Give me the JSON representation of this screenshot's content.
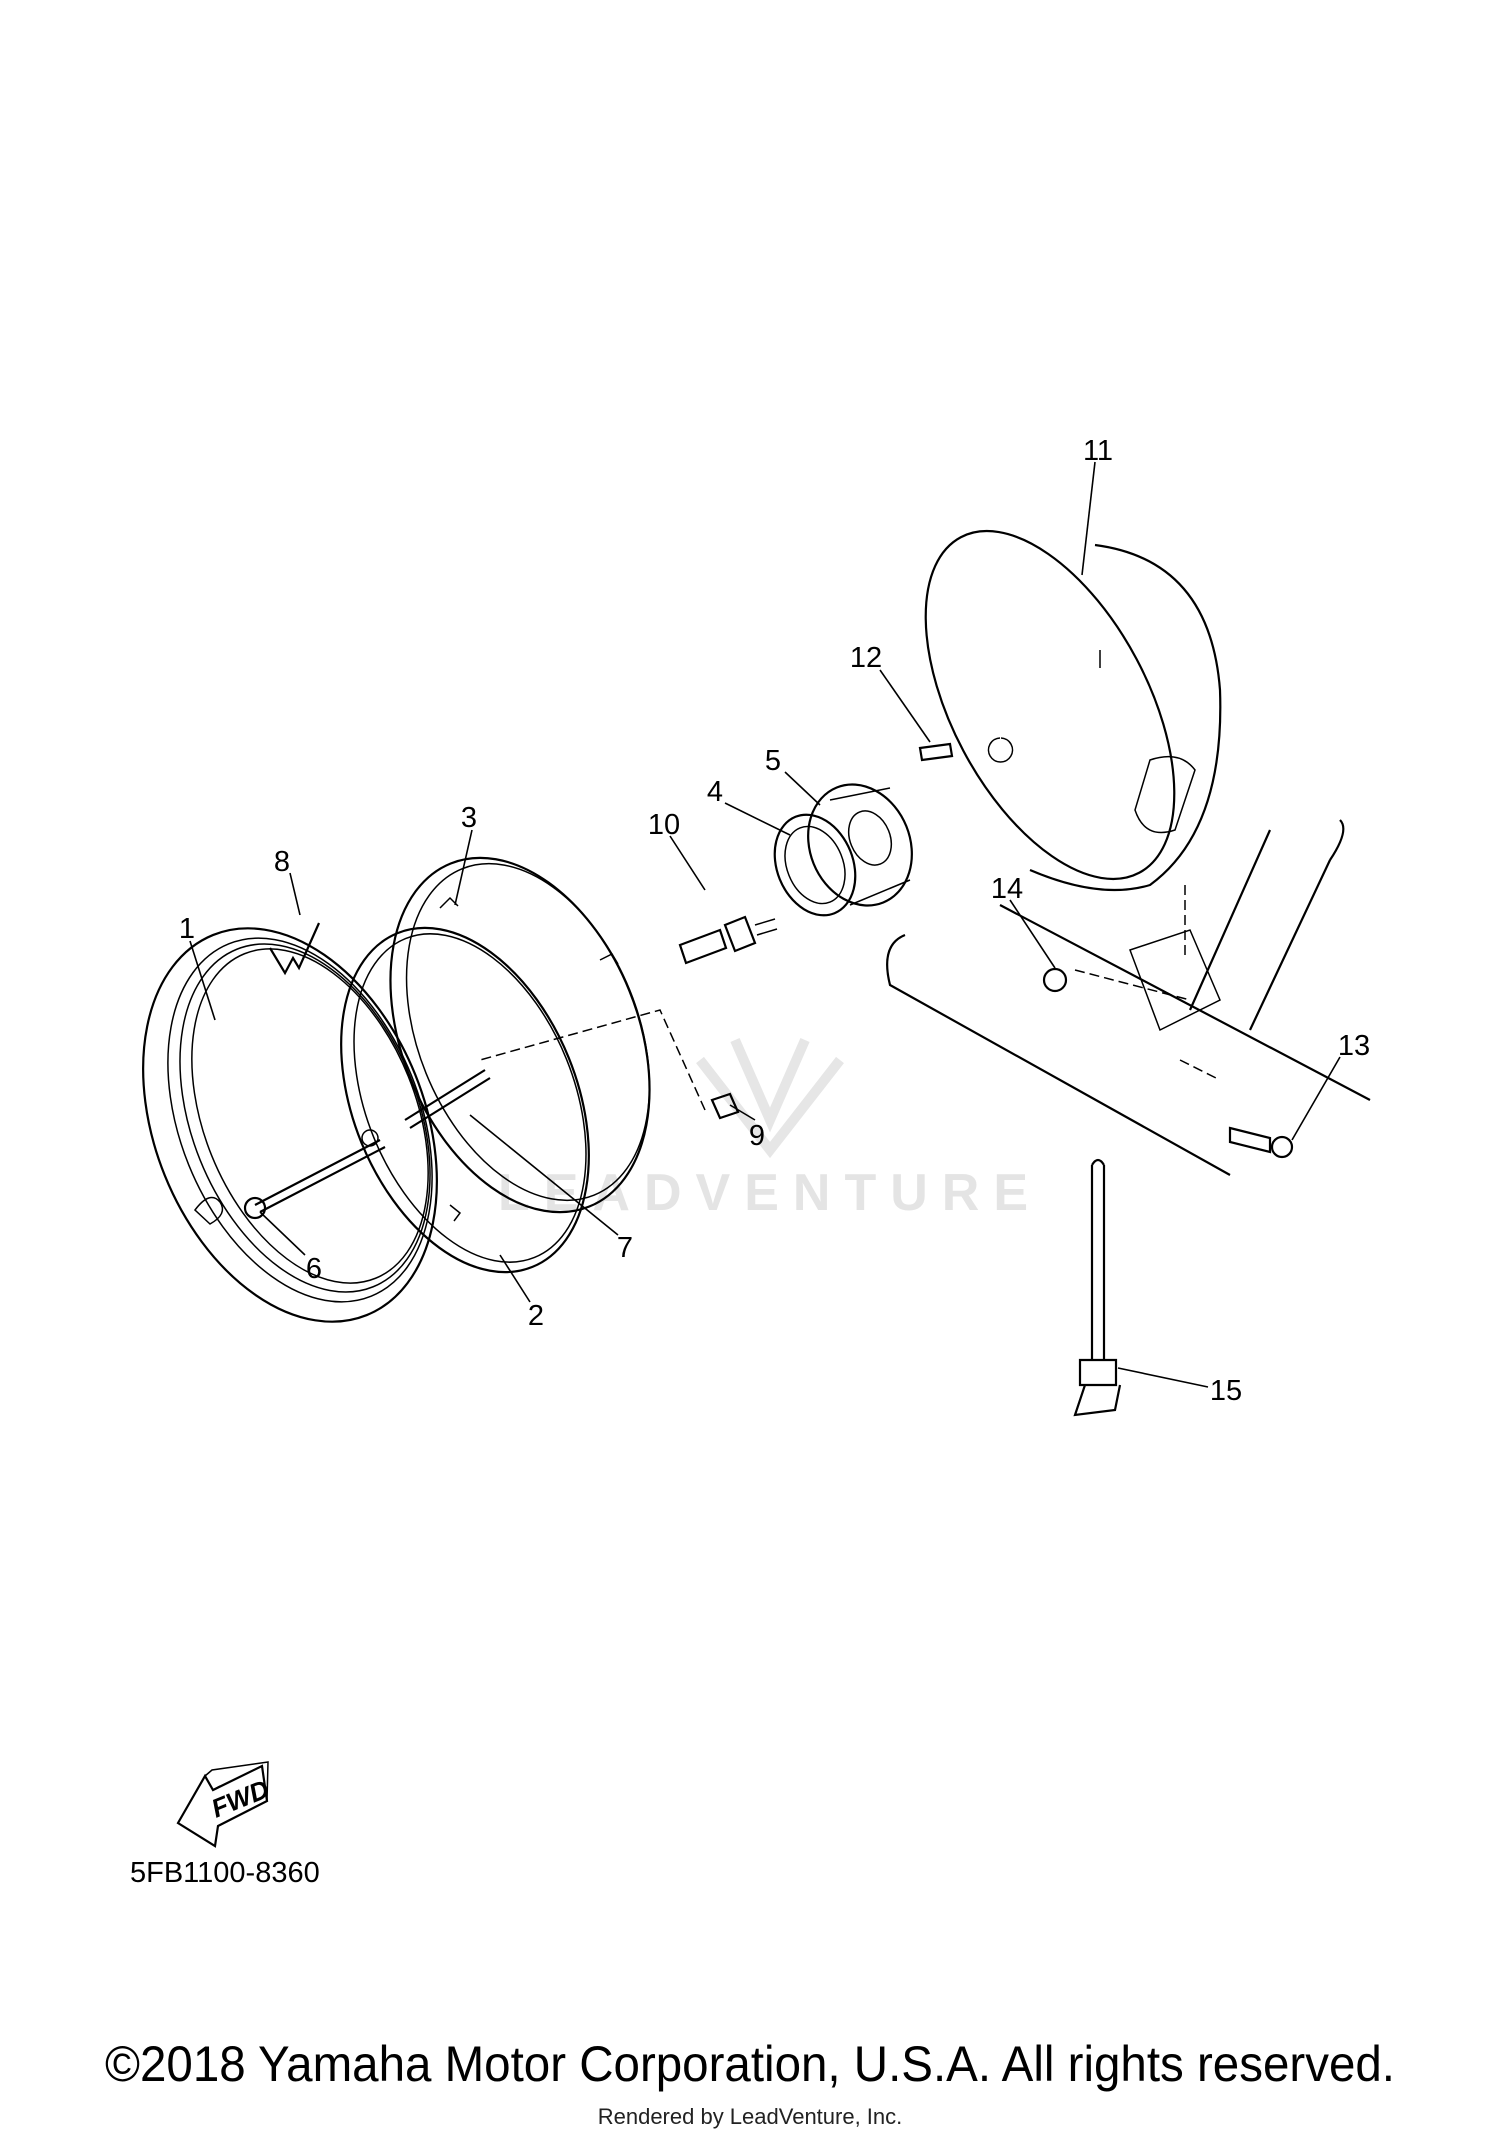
{
  "diagram": {
    "part_labels": [
      "1",
      "2",
      "3",
      "4",
      "5",
      "6",
      "7",
      "8",
      "9",
      "10",
      "11",
      "12",
      "13",
      "14",
      "15"
    ],
    "watermark": "LEADVENTURE",
    "direction_arrow": "FWD",
    "diagram_code": "5FB1100-8360"
  },
  "footer": {
    "copyright": "©2018 Yamaha Motor Corporation, U.S.A. All rights reserved.",
    "rendered_by": "Rendered by LeadVenture, Inc."
  }
}
